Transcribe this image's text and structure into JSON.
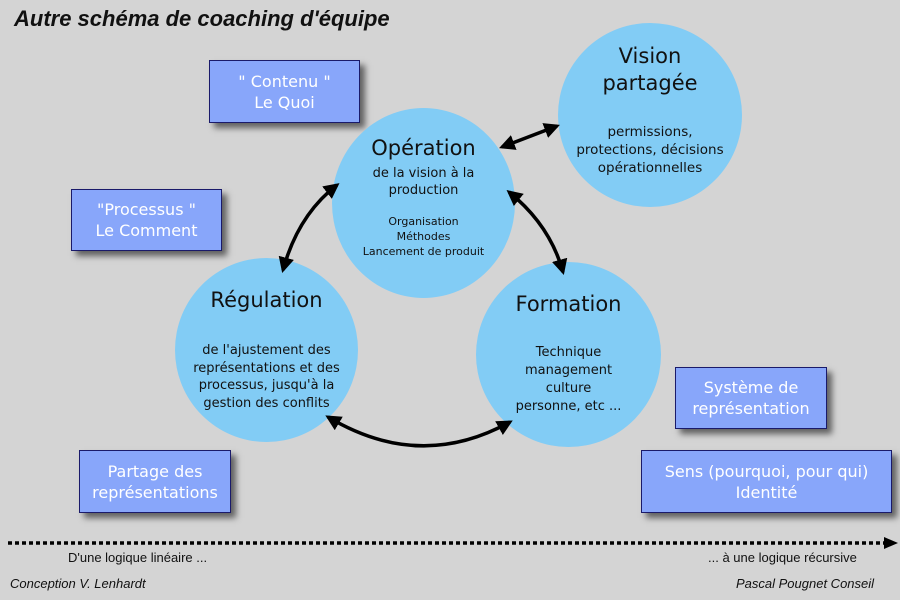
{
  "title": "Autre schéma de coaching d'équipe",
  "boxes": {
    "contenu": "\" Contenu \"\nLe Quoi",
    "processus": "\"Processus \"\nLe Comment",
    "partage": "Partage des\nreprésentations",
    "systeme": "Système de\nreprésentation",
    "sens": "Sens (pourquoi, pour qui)\nIdentité"
  },
  "circles": {
    "vision": {
      "title": "Vision\npartagée",
      "body": "permissions,\nprotections, décisions\nopérationnelles"
    },
    "operation": {
      "title": "Opération",
      "body": "de la vision à la\nproduction",
      "body2": "Organisation\nMéthodes\nLancement de produit"
    },
    "regulation": {
      "title": "Régulation",
      "body": "de l'ajustement des\nreprésentations et des\nprocessus, jusqu'à la\ngestion des conflits"
    },
    "formation": {
      "title": "Formation",
      "body": "Technique\nmanagement\nculture\npersonne, etc ..."
    }
  },
  "timeline": {
    "left": "D'une logique linéaire ...",
    "right": "... à une logique récursive"
  },
  "footer": {
    "left": "Conception V. Lenhardt",
    "right": "Pascal Pougnet Conseil"
  },
  "colors": {
    "background": "#d4d4d4",
    "circle": "#82ccf5",
    "box": "#88a6fa"
  }
}
